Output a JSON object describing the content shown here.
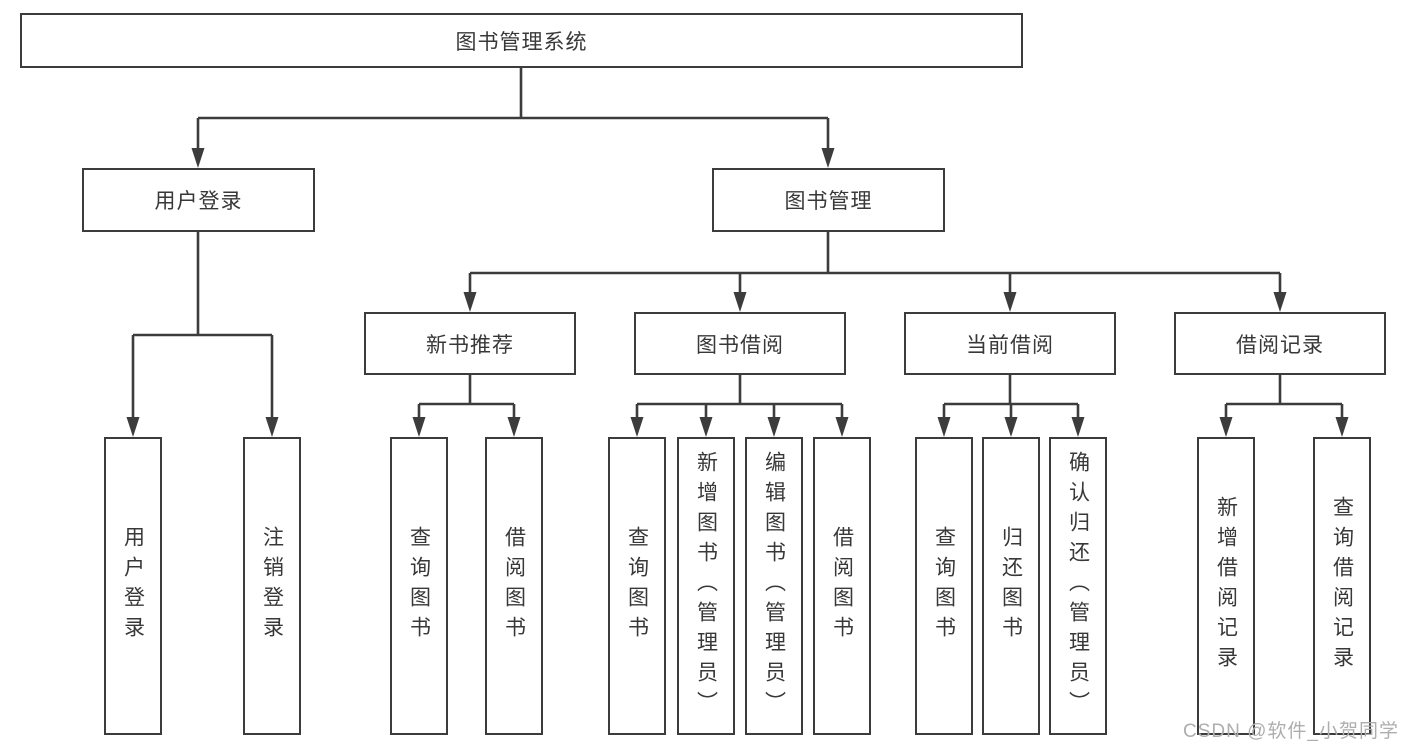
{
  "diagram": {
    "root": {
      "label": "图书管理系统"
    },
    "user_login": {
      "label": "用户登录",
      "children": [
        {
          "label": "用户登录"
        },
        {
          "label": "注销登录"
        }
      ]
    },
    "book_mgmt": {
      "label": "图书管理",
      "sections": [
        {
          "label": "新书推荐",
          "children": [
            {
              "label": "查询图书"
            },
            {
              "label": "借阅图书"
            }
          ]
        },
        {
          "label": "图书借阅",
          "children": [
            {
              "label": "查询图书"
            },
            {
              "label": "新增图书（管理员）"
            },
            {
              "label": "编辑图书（管理员）"
            },
            {
              "label": "借阅图书"
            }
          ]
        },
        {
          "label": "当前借阅",
          "children": [
            {
              "label": "查询图书"
            },
            {
              "label": "归还图书"
            },
            {
              "label": "确认归还（管理员）"
            }
          ]
        },
        {
          "label": "借阅记录",
          "children": [
            {
              "label": "新增借阅记录"
            },
            {
              "label": "查询借阅记录"
            }
          ]
        }
      ]
    }
  },
  "watermark": {
    "text": "CSDN @软件_小贺同学"
  },
  "colors": {
    "line": "#3c3c3c",
    "text": "#383838",
    "watermark": "#aeaeae",
    "background": "#ffffff"
  }
}
